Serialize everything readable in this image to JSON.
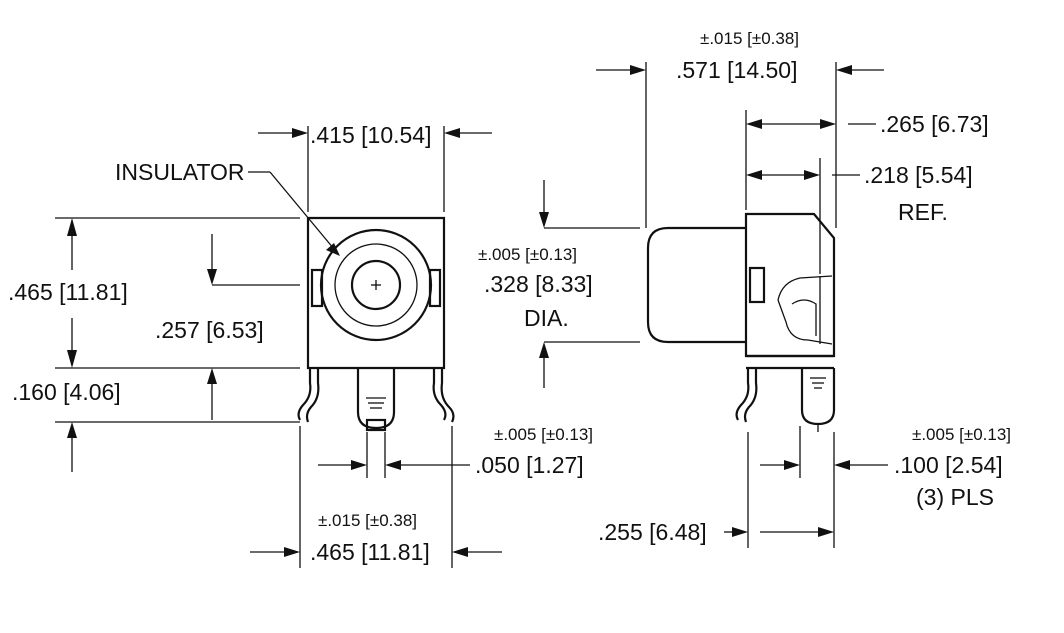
{
  "front_view": {
    "insulator_label": "INSULATOR",
    "width_top": ".415 [10.54]",
    "height_total": ".465 [11.81]",
    "center_height": ".257 [6.53]",
    "lead_height": ".160 [4.06]",
    "pin_width": ".050 [1.27]",
    "pin_width_tol": "±.005 [±0.13]",
    "base_width": ".465 [11.81]",
    "base_width_tol": "±.015 [±0.38]"
  },
  "side_view": {
    "length": ".571 [14.50]",
    "length_tol": "±.015 [±0.38]",
    "dim_265": ".265 [6.73]",
    "dim_218": ".218 [5.54]",
    "ref_label": "REF.",
    "dia_tol": "±.005 [±0.13]",
    "dia_value": ".328 [8.33]",
    "dia_label": "DIA.",
    "pitch_tol": "±.005 [±0.13]",
    "pitch": ".100 [2.54]",
    "pitch_count": "(3) PLS",
    "lead_span": ".255 [6.48]"
  }
}
